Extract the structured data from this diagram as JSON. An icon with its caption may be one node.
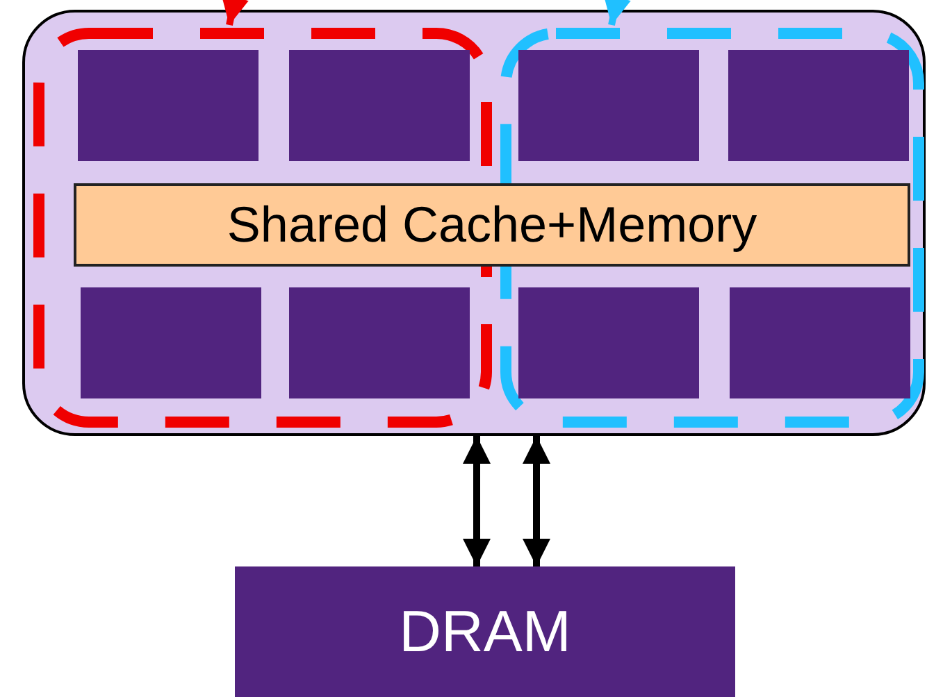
{
  "diagram": {
    "nodes": [
      {
        "text": [],
        "shape": "box"
      },
      {
        "text": [],
        "shape": "box",
        "in": 0
      },
      {
        "text": [],
        "shape": "box",
        "in": 0
      },
      {
        "text": [],
        "shape": "box",
        "in": 1
      },
      {
        "text": [],
        "shape": "box",
        "in": 1
      },
      {
        "text": [],
        "shape": "box",
        "in": 2
      },
      {
        "text": [],
        "shape": "box",
        "in": 2
      },
      {
        "text": [],
        "shape": "box",
        "in": 1
      },
      {
        "text": [],
        "shape": "box",
        "in": 1
      },
      {
        "text": [],
        "shape": "box",
        "in": 2
      },
      {
        "text": [],
        "shape": "box",
        "in": 2
      },
      {
        "text": [
          "Shared Cache+Memory"
        ],
        "in": 0
      },
      {
        "text": [
          "DRAM"
        ]
      }
    ],
    "edges": [
      {
        "from": null,
        "to": 1,
        "arrow": "to",
        "color": "#f00000"
      },
      {
        "from": null,
        "to": 2,
        "arrow": "to",
        "color": "#20c0ff"
      },
      {
        "from": 0,
        "to": 12,
        "arrow": "both"
      },
      {
        "from": 0,
        "to": 12,
        "arrow": "both"
      }
    ]
  }
}
